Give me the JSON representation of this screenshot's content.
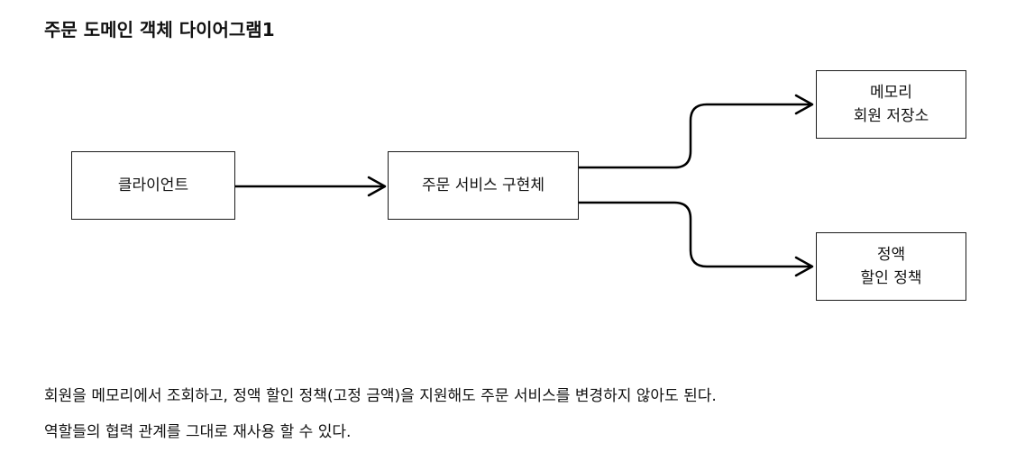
{
  "title": "주문 도메인 객체 다이어그램1",
  "diagram": {
    "nodes": {
      "client": {
        "lines": [
          "클라이언트"
        ]
      },
      "order_service": {
        "lines": [
          "주문 서비스 구현체"
        ]
      },
      "memory_repo": {
        "lines": [
          "메모리",
          "회원 저장소"
        ]
      },
      "fix_discount": {
        "lines": [
          "정액",
          "할인 정책"
        ]
      }
    },
    "edges": [
      {
        "from": "클라이언트",
        "to": "주문 서비스 구현체"
      },
      {
        "from": "주문 서비스 구현체",
        "to": "메모리 회원 저장소"
      },
      {
        "from": "주문 서비스 구현체",
        "to": "정액 할인 정책"
      }
    ]
  },
  "notes": [
    "회원을 메모리에서 조회하고, 정액 할인 정책(고정 금액)을 지원해도 주문 서비스를 변경하지 않아도 된다.",
    "역할들의 협력 관계를 그대로 재사용 할 수 있다."
  ]
}
